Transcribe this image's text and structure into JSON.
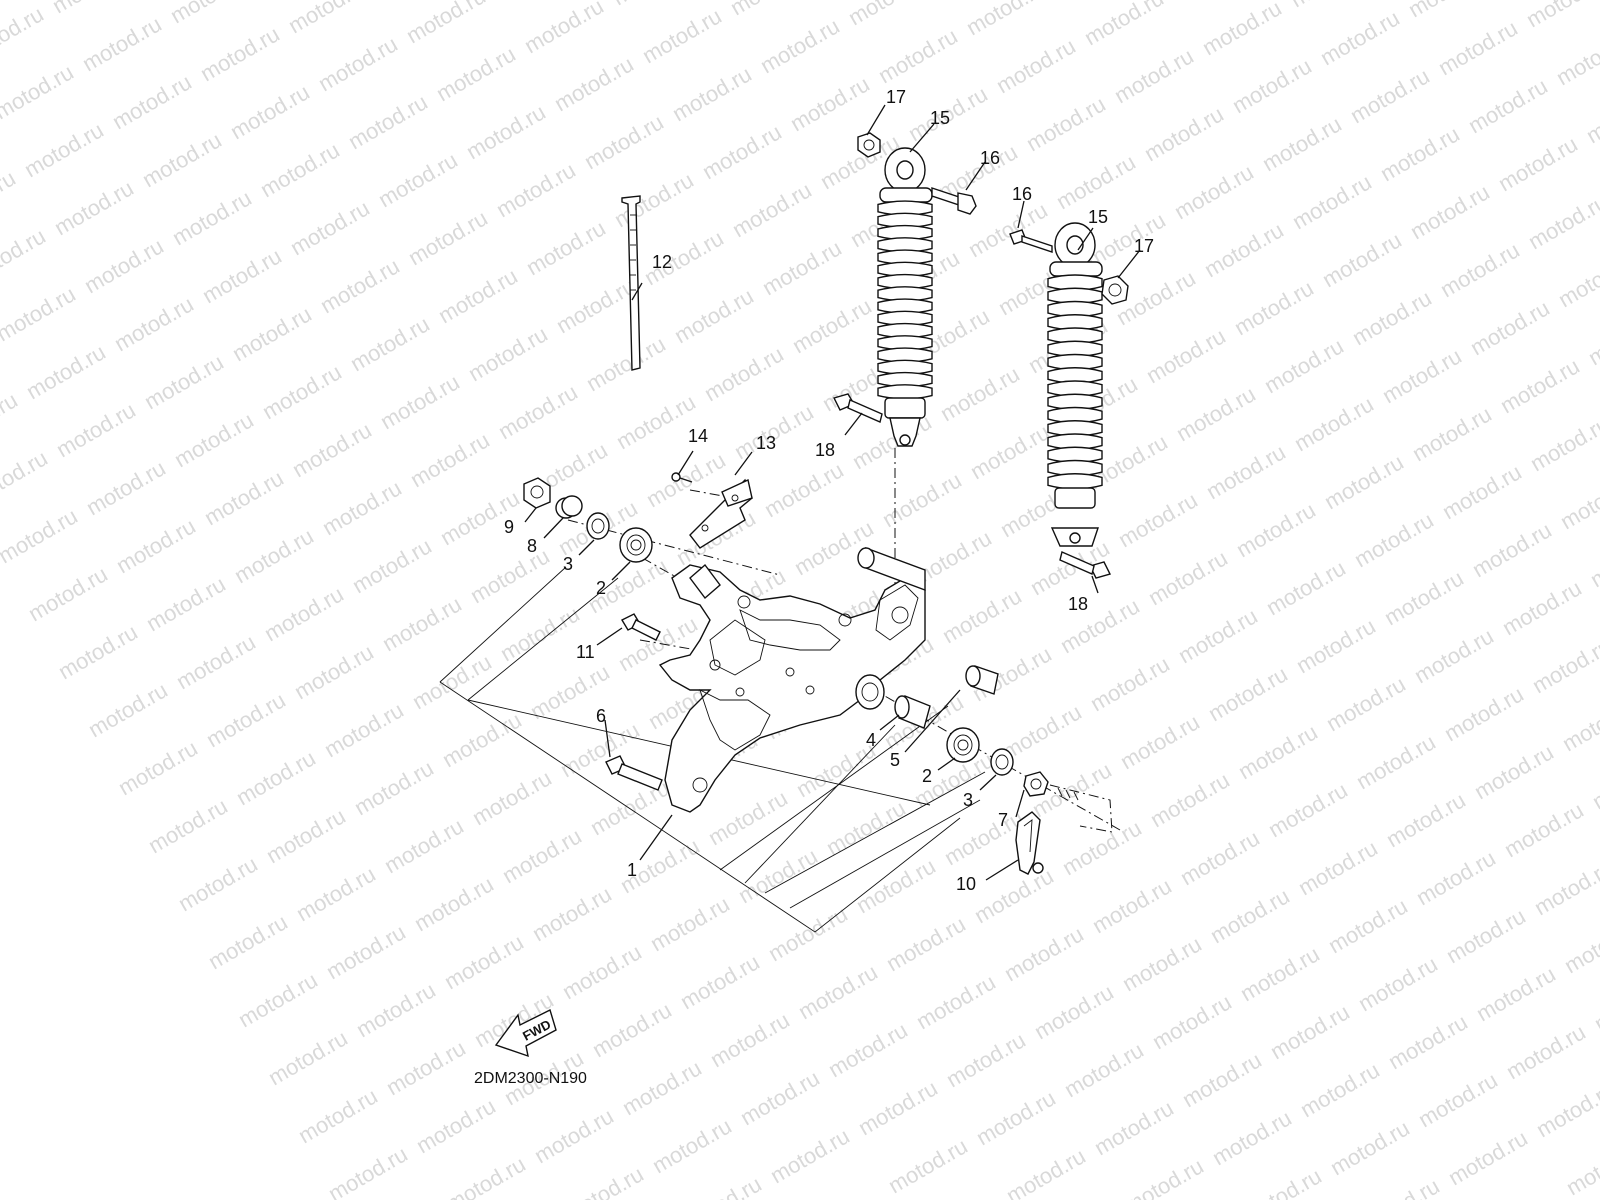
{
  "watermark": {
    "text": "motod.ru"
  },
  "drawing_code": "2DM2300-N190",
  "fwd_label": "FWD",
  "callouts": [
    {
      "id": "c1",
      "label": "1"
    },
    {
      "id": "c2a",
      "label": "2"
    },
    {
      "id": "c2b",
      "label": "2"
    },
    {
      "id": "c3a",
      "label": "3"
    },
    {
      "id": "c3b",
      "label": "3"
    },
    {
      "id": "c4",
      "label": "4"
    },
    {
      "id": "c5",
      "label": "5"
    },
    {
      "id": "c6",
      "label": "6"
    },
    {
      "id": "c7",
      "label": "7"
    },
    {
      "id": "c8",
      "label": "8"
    },
    {
      "id": "c9",
      "label": "9"
    },
    {
      "id": "c10",
      "label": "10"
    },
    {
      "id": "c11",
      "label": "11"
    },
    {
      "id": "c12",
      "label": "12"
    },
    {
      "id": "c13",
      "label": "13"
    },
    {
      "id": "c14",
      "label": "14"
    },
    {
      "id": "c15a",
      "label": "15"
    },
    {
      "id": "c15b",
      "label": "15"
    },
    {
      "id": "c16a",
      "label": "16"
    },
    {
      "id": "c16b",
      "label": "16"
    },
    {
      "id": "c17a",
      "label": "17"
    },
    {
      "id": "c17b",
      "label": "17"
    },
    {
      "id": "c18a",
      "label": "18"
    },
    {
      "id": "c18b",
      "label": "18"
    }
  ]
}
